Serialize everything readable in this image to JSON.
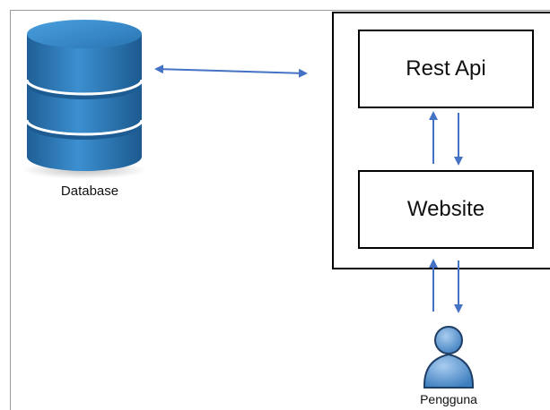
{
  "diagram": {
    "nodes": {
      "database": {
        "label": "Database",
        "icon": "database-icon"
      },
      "rest_api": {
        "label": "Rest Api"
      },
      "website": {
        "label": "Website"
      },
      "user": {
        "label": "Pengguna",
        "icon": "user-icon"
      }
    },
    "edges": [
      {
        "from": "database",
        "to": "rest_api",
        "direction": "both"
      },
      {
        "from": "website",
        "to": "rest_api",
        "direction": "up"
      },
      {
        "from": "rest_api",
        "to": "website",
        "direction": "down"
      },
      {
        "from": "user",
        "to": "website",
        "direction": "up"
      },
      {
        "from": "website",
        "to": "user",
        "direction": "down"
      }
    ],
    "colors": {
      "arrow": "#4472c4",
      "database": "#2e75b6",
      "user": "#5b9bd5"
    }
  }
}
